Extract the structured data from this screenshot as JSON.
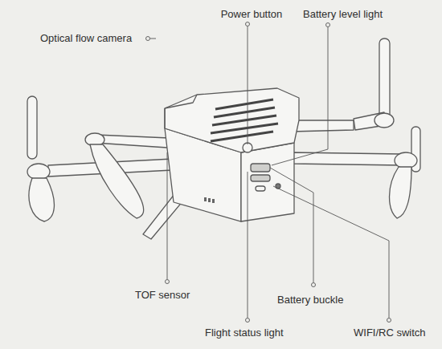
{
  "diagram": {
    "labels": [
      "Optical flow camera",
      "Power button",
      "Battery level light",
      "TOF sensor",
      "Battery buckle",
      "Flight status light",
      "WIFI/RC switch"
    ]
  }
}
